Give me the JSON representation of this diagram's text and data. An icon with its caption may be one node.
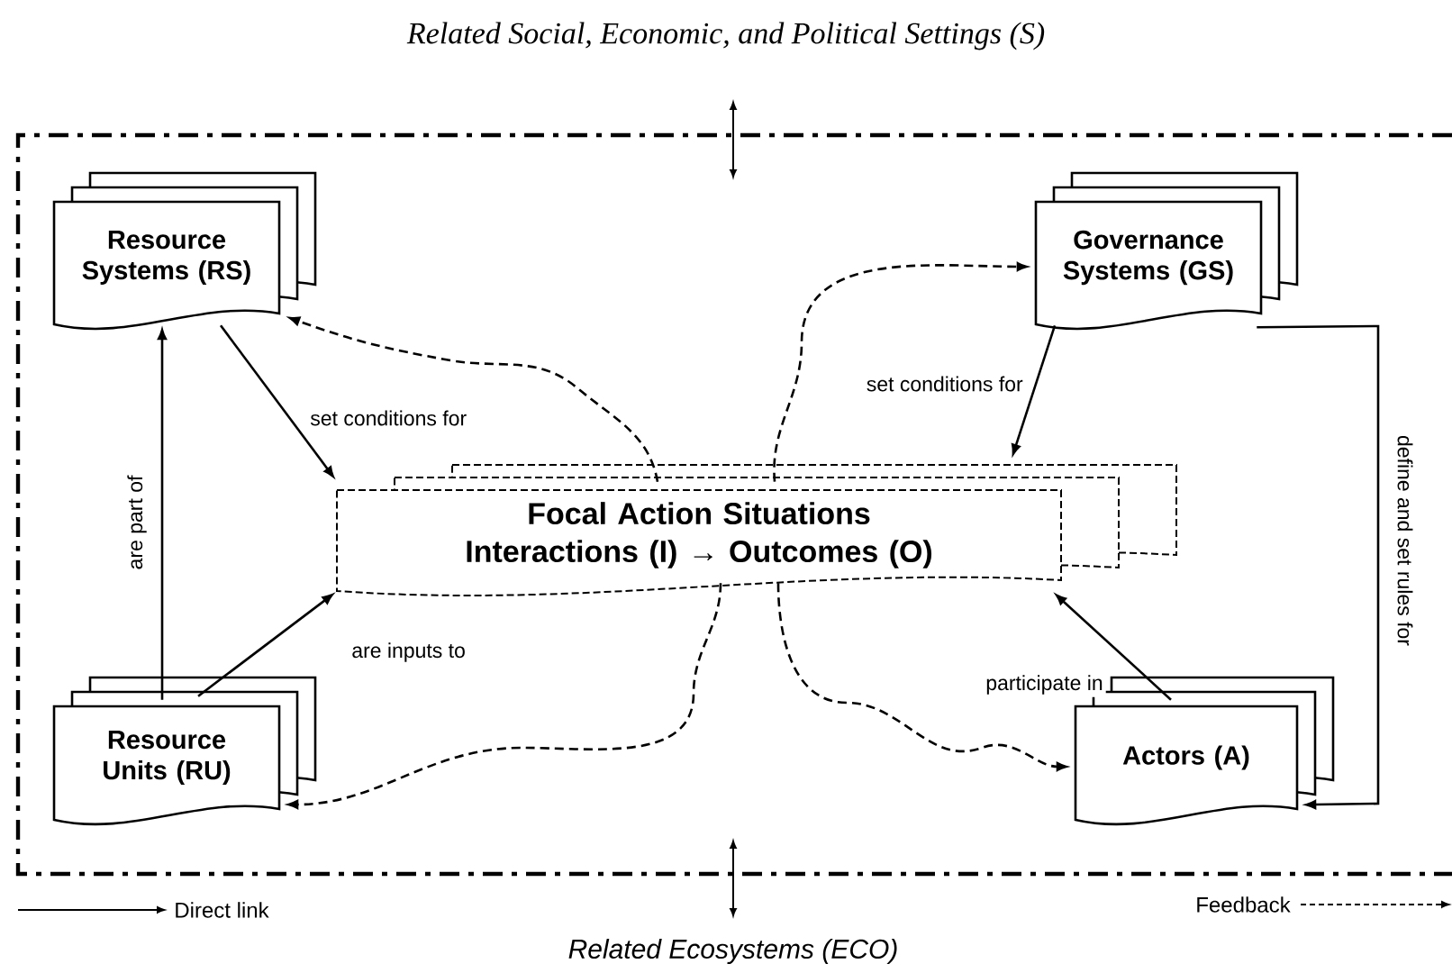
{
  "diagram": {
    "title": "Related Social, Economic, and Political Settings (S)",
    "nodes": [
      {
        "text": [
          "Resource Systems (RS)"
        ]
      },
      {
        "text": [
          "Governance Systems (GS)"
        ]
      },
      {
        "text": [
          "Focal Action Situations",
          "Interactions (I) → Outcomes (O)"
        ]
      },
      {
        "text": [
          "Resource Units (RU)"
        ]
      },
      {
        "text": [
          "Actors (A)"
        ]
      }
    ],
    "edges": [
      {
        "from": 0,
        "to": 2,
        "arrow": "to",
        "label": "set conditions for"
      },
      {
        "from": 1,
        "to": 2,
        "arrow": "to",
        "label": "set conditions for"
      },
      {
        "from": 1,
        "to": 4,
        "arrow": "to",
        "label": "define and set rules for"
      },
      {
        "from": 3,
        "to": 0,
        "arrow": "to",
        "label": "are  part of"
      },
      {
        "from": 3,
        "to": 2,
        "arrow": "to",
        "label": "are inputs to"
      },
      {
        "from": 4,
        "to": 2,
        "arrow": "to",
        "label": "participate in"
      },
      {
        "from": 2,
        "to": 0,
        "arrow": "to",
        "style": "dashed"
      },
      {
        "from": 2,
        "to": 1,
        "arrow": "to",
        "style": "dashed"
      },
      {
        "from": 2,
        "to": 3,
        "arrow": "to",
        "style": "dashed"
      },
      {
        "from": 2,
        "to": 4,
        "arrow": "to",
        "style": "dashed"
      }
    ],
    "labels": [
      "Related Ecosystems (ECO)"
    ],
    "legend": [
      {
        "text": "Direct link"
      },
      {
        "text": "Feedback"
      }
    ]
  }
}
